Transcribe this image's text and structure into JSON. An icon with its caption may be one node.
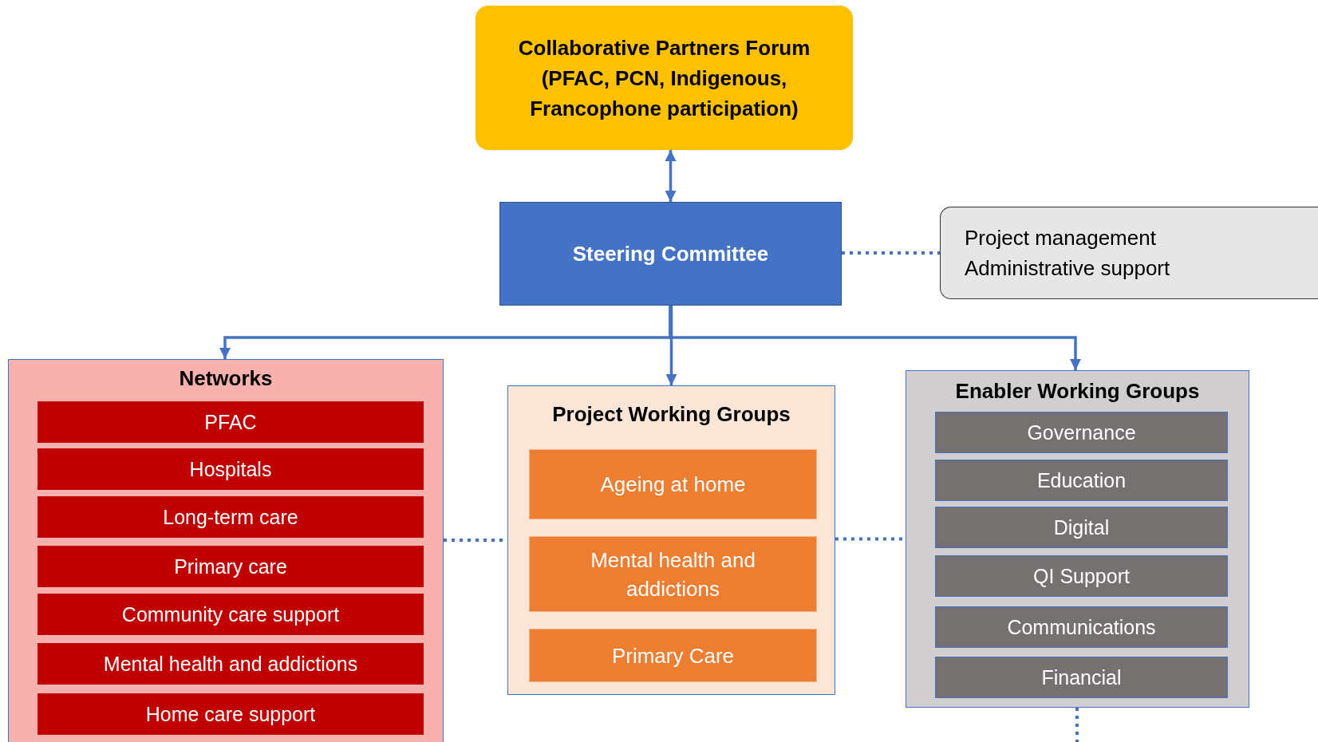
{
  "diagram": {
    "nodes": [
      {
        "text": [
          "Collaborative Partners Forum (PFAC, PCN, Indigenous, Francophone participation)"
        ]
      },
      {
        "text": [
          "Steering Committee"
        ]
      },
      {
        "text": [
          "Project management",
          "Administrative support"
        ]
      },
      {
        "text": [
          "Networks"
        ]
      },
      {
        "text": [
          "PFAC"
        ],
        "in": 3
      },
      {
        "text": [
          "Hospitals"
        ],
        "in": 3
      },
      {
        "text": [
          "Long-term care"
        ],
        "in": 3
      },
      {
        "text": [
          "Primary care"
        ],
        "in": 3
      },
      {
        "text": [
          "Community care support"
        ],
        "in": 3
      },
      {
        "text": [
          "Mental health and addictions"
        ],
        "in": 3
      },
      {
        "text": [
          "Home care support"
        ],
        "in": 3
      },
      {
        "text": [
          "Project Working Groups"
        ]
      },
      {
        "text": [
          "Ageing at home"
        ],
        "in": 11
      },
      {
        "text": [
          "Mental health and addictions"
        ],
        "in": 11
      },
      {
        "text": [
          "Primary Care"
        ],
        "in": 11
      },
      {
        "text": [
          "Enabler Working Groups"
        ]
      },
      {
        "text": [
          "Governance"
        ],
        "in": 15
      },
      {
        "text": [
          "Education"
        ],
        "in": 15
      },
      {
        "text": [
          "Digital"
        ],
        "in": 15
      },
      {
        "text": [
          "QI Support"
        ],
        "in": 15
      },
      {
        "text": [
          "Communications"
        ],
        "in": 15
      },
      {
        "text": [
          "Financial"
        ],
        "in": 15
      }
    ],
    "edges": [
      {
        "from": 0,
        "to": 1,
        "arrow": "both"
      },
      {
        "from": 1,
        "to": 2,
        "arrow": "none",
        "style": "dashed"
      },
      {
        "from": 1,
        "to": 3,
        "arrow": "to"
      },
      {
        "from": 1,
        "to": 11,
        "arrow": "to"
      },
      {
        "from": 1,
        "to": 15,
        "arrow": "to"
      },
      {
        "from": 3,
        "to": 11,
        "arrow": "none",
        "style": "dashed"
      },
      {
        "from": 11,
        "to": 15,
        "arrow": "none",
        "style": "dashed"
      },
      {
        "from": 15,
        "to": null,
        "arrow": "none",
        "style": "dashed"
      }
    ]
  }
}
